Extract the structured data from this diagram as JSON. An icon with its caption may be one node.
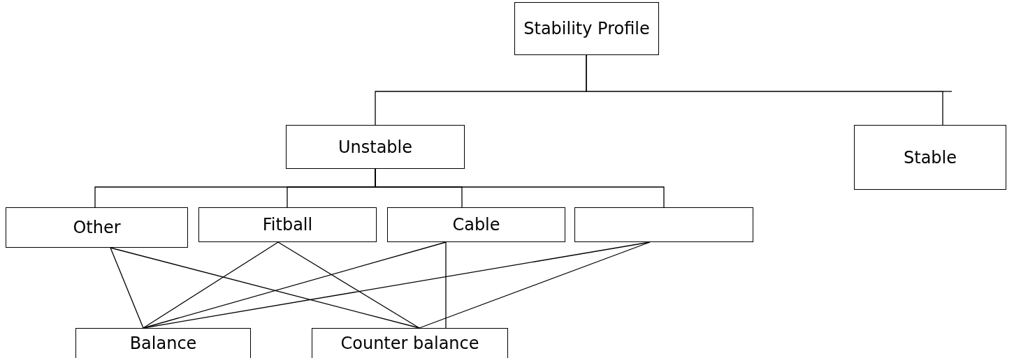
{
  "diagram": {
    "nodes": [
      {
        "text": [
          "Stability Profile"
        ]
      },
      {
        "text": [
          "Unstable"
        ]
      },
      {
        "text": [
          "Stable"
        ]
      },
      {
        "text": [
          "Other"
        ]
      },
      {
        "text": [
          "Fitball"
        ]
      },
      {
        "text": [
          "Cable"
        ]
      },
      {
        "text": [],
        "shape": "box"
      },
      {
        "text": [
          "Balance"
        ]
      },
      {
        "text": [
          "Counter balance"
        ]
      }
    ],
    "edges": [
      {
        "from": 0,
        "to": 1,
        "arrow": "none"
      },
      {
        "from": 0,
        "to": 2,
        "arrow": "none"
      },
      {
        "from": 1,
        "to": 3,
        "arrow": "none"
      },
      {
        "from": 1,
        "to": 4,
        "arrow": "none"
      },
      {
        "from": 1,
        "to": 5,
        "arrow": "none"
      },
      {
        "from": 1,
        "to": 6,
        "arrow": "none"
      },
      {
        "from": 3,
        "to": 7,
        "arrow": "none"
      },
      {
        "from": 3,
        "to": 8,
        "arrow": "none"
      },
      {
        "from": 4,
        "to": 7,
        "arrow": "none"
      },
      {
        "from": 4,
        "to": 8,
        "arrow": "none"
      },
      {
        "from": 5,
        "to": 7,
        "arrow": "none"
      },
      {
        "from": 5,
        "to": 8,
        "arrow": "none"
      },
      {
        "from": 6,
        "to": 7,
        "arrow": "none"
      },
      {
        "from": 6,
        "to": 8,
        "arrow": "none"
      }
    ]
  }
}
